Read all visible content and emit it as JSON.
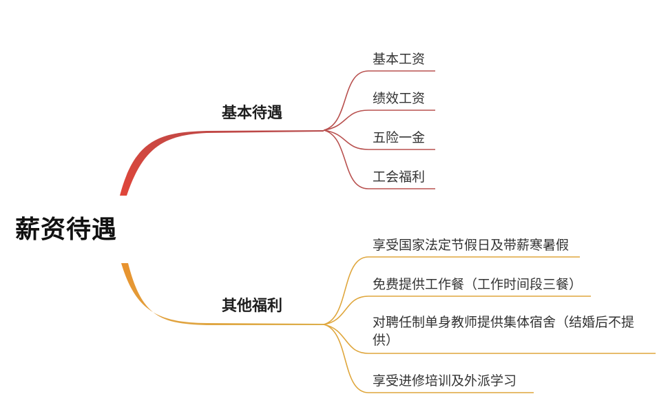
{
  "mindmap": {
    "root": "薪资待遇",
    "branches": [
      {
        "label": "基本待遇",
        "color": "#c0504d",
        "items": [
          "基本工资",
          "绩效工资",
          "五险一金",
          "工会福利"
        ]
      },
      {
        "label": "其他福利",
        "color": "#e3a13b",
        "items": [
          "享受国家法定节假日及带薪寒暑假",
          "免费提供工作餐（工作时间段三餐）",
          "对聘任制单身教师提供集体宿舍（结婚后不提供）",
          "享受进修培训及外派学习"
        ]
      }
    ]
  }
}
